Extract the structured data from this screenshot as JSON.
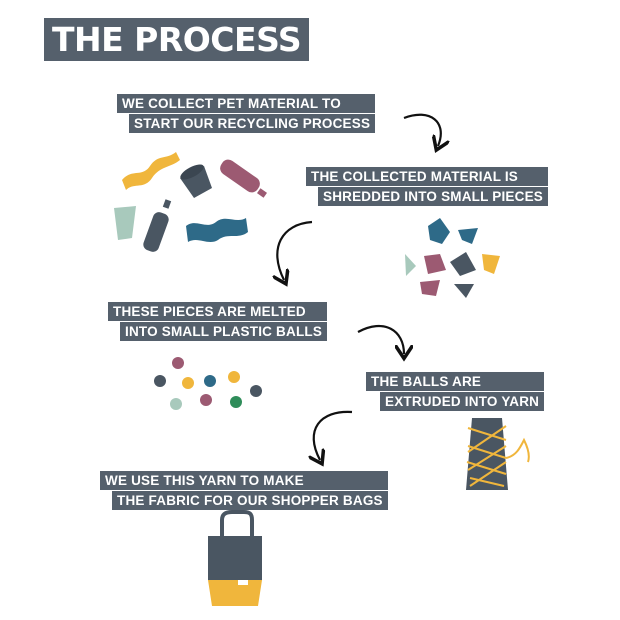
{
  "title": "THE PROCESS",
  "steps": [
    {
      "line1": "WE COLLECT PET MATERIAL TO",
      "line2": "START OUR RECYCLING PROCESS"
    },
    {
      "line1": "THE COLLECTED MATERIAL IS",
      "line2": "SHREDDED INTO SMALL PIECES"
    },
    {
      "line1": "THESE PIECES ARE MELTED",
      "line2": "INTO SMALL PLASTIC BALLS"
    },
    {
      "line1": "THE BALLS ARE",
      "line2": "EXTRUDED INTO YARN"
    },
    {
      "line1": "WE USE THIS YARN TO MAKE",
      "line2": "THE FABRIC FOR OUR SHOPPER BAGS"
    }
  ],
  "colors": {
    "label_bg": "#55606c",
    "slate": "#4a5662",
    "yellow": "#f0b63c",
    "mauve": "#9c5a72",
    "mint": "#a8c9bc",
    "teal": "#2e6a88",
    "green": "#2f8d5a",
    "arrow": "#111111"
  },
  "icons": [
    "pet-bottle-icon",
    "plastic-cup-icon",
    "crumpled-plastic-icon",
    "shredded-pieces-icon",
    "plastic-balls-icon",
    "yarn-spool-icon",
    "shopper-bag-icon"
  ]
}
